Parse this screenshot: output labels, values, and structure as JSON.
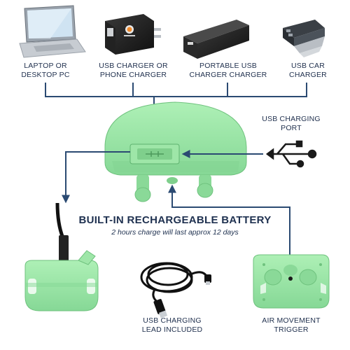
{
  "sources": [
    {
      "id": "laptop",
      "line1": "LAPTOP OR",
      "line2": "DESKTOP PC",
      "icon": "laptop-icon"
    },
    {
      "id": "usb-charger",
      "line1": "USB CHARGER OR",
      "line2": "PHONE CHARGER",
      "icon": "wall-charger-icon"
    },
    {
      "id": "power-bank",
      "line1": "PORTABLE USB",
      "line2": "CHARGER CHARGER",
      "icon": "power-bank-icon"
    },
    {
      "id": "car-charger",
      "line1": "USB CAR",
      "line2": "CHARGER",
      "icon": "car-charger-icon"
    }
  ],
  "port_label": {
    "line1": "USB CHARGING",
    "line2": "PORT"
  },
  "battery": {
    "title": "BUILT-IN RECHARGEABLE BATTERY",
    "subtitle": "2 hours charge will last approx 12 days"
  },
  "lead_label": {
    "line1": "USB CHARGING",
    "line2": "LEAD INCLUDED"
  },
  "trigger_label": {
    "line1": "AIR MOVEMENT",
    "line2": "TRIGGER"
  },
  "colors": {
    "device_green": "#9ee6a8",
    "device_shade": "#7fcf8c",
    "arrow_navy": "#2b4a72",
    "text_navy": "#1f2f4d"
  }
}
